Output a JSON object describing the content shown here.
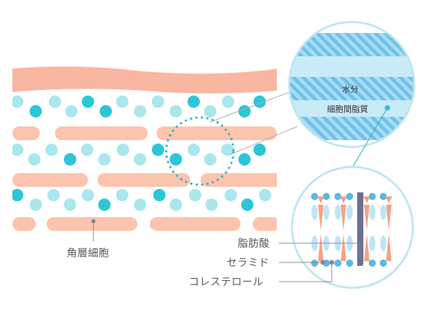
{
  "labels": {
    "corneocyte": "角層細胞",
    "fatty_acid": "脂肪酸",
    "ceramide": "セラミド",
    "cholesterol": "コレステロール",
    "water": "水分",
    "intercellular_lipid": "細胞間脂質"
  },
  "colors": {
    "corneocyte": "#fbc4ae",
    "corneocyte_top": "#f9b6a0",
    "dot_light": "#a9e7ec",
    "dot_dark": "#2cc6d6",
    "stripe_light": "#c9ebf8",
    "stripe_hatch": "#8fd0f0",
    "lipid_head": "#5bb8e6",
    "lipid_tail": "#bfe4f6",
    "cholesterol": "#6d6f92",
    "fatty_acid": "#f4a184",
    "leader": "#888888",
    "dashed_circle": "#2bb3c5"
  }
}
